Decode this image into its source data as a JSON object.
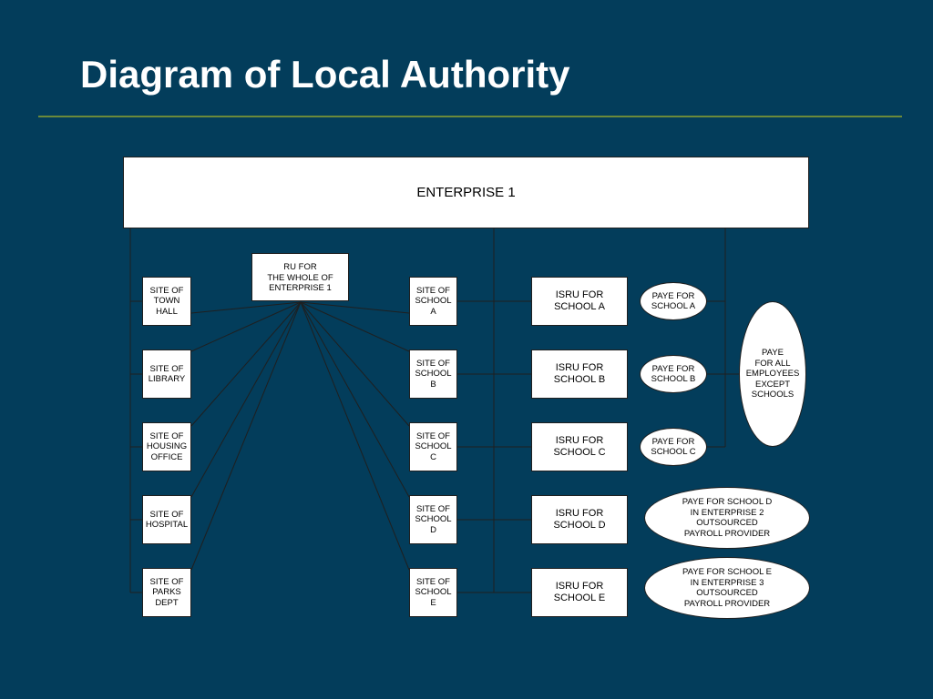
{
  "title": "Diagram of Local Authority",
  "colors": {
    "background": "#033D5B",
    "rule": "#6B8A3A",
    "box": "#FFFFFF",
    "line": "#1F1F1F"
  },
  "enterprise": "ENTERPRISE 1",
  "ru_box": "RU FOR\nTHE WHOLE OF\nENTERPRISE 1",
  "sites_left": [
    "SITE OF\nTOWN\nHALL",
    "SITE OF\nLIBRARY",
    "SITE OF\nHOUSING\nOFFICE",
    "SITE OF\nHOSPITAL",
    "SITE OF\nPARKS\nDEPT"
  ],
  "sites_school": [
    "SITE OF\nSCHOOL\nA",
    "SITE OF\nSCHOOL\nB",
    "SITE OF\nSCHOOL\nC",
    "SITE OF\nSCHOOL\nD",
    "SITE OF\nSCHOOL\nE"
  ],
  "isru": [
    "ISRU FOR\nSCHOOL A",
    "ISRU FOR\nSCHOOL B",
    "ISRU FOR\nSCHOOL C",
    "ISRU FOR\nSCHOOL D",
    "ISRU FOR\nSCHOOL E"
  ],
  "paye_small": [
    "PAYE FOR\nSCHOOL A",
    "PAYE FOR\nSCHOOL B",
    "PAYE FOR\nSCHOOL C"
  ],
  "paye_large": [
    "PAYE FOR SCHOOL D\nIN ENTERPRISE 2\nOUTSOURCED\nPAYROLL PROVIDER",
    "PAYE FOR SCHOOL E\nIN ENTERPRISE 3\nOUTSOURCED\nPAYROLL PROVIDER"
  ],
  "paye_all": "PAYE\nFOR ALL\nEMPLOYEES\nEXCEPT\nSCHOOLS"
}
